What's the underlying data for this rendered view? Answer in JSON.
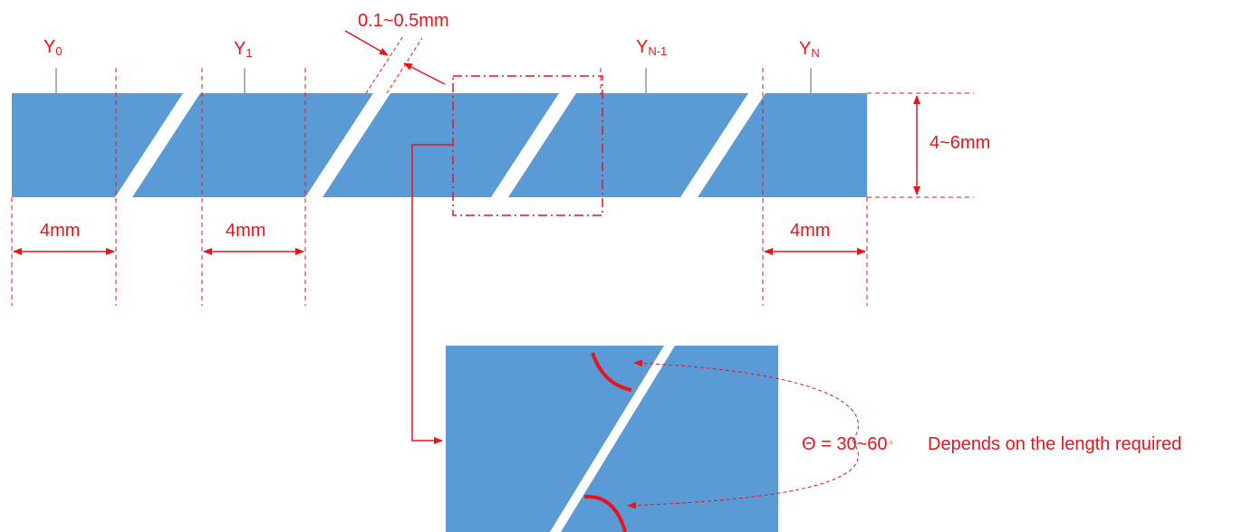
{
  "colors": {
    "strip": "#5b9bd5",
    "annotation": "#e8141b",
    "tick": "#8a9aa8",
    "background": "#ffffff"
  },
  "electrodes": [
    {
      "base": "Y",
      "sub": "0"
    },
    {
      "base": "Y",
      "sub": "1"
    },
    {
      "base": "Y",
      "sub": "N-1"
    },
    {
      "base": "Y",
      "sub": "N"
    }
  ],
  "dimensions": {
    "gap": "0.1~0.5mm",
    "height": "4~6mm",
    "width_first": "4mm",
    "width_second": "4mm",
    "width_last": "4mm"
  },
  "detail": {
    "angle": "Θ = 30~60",
    "degree_symbol": "◦",
    "note": "Depends on the length required"
  }
}
